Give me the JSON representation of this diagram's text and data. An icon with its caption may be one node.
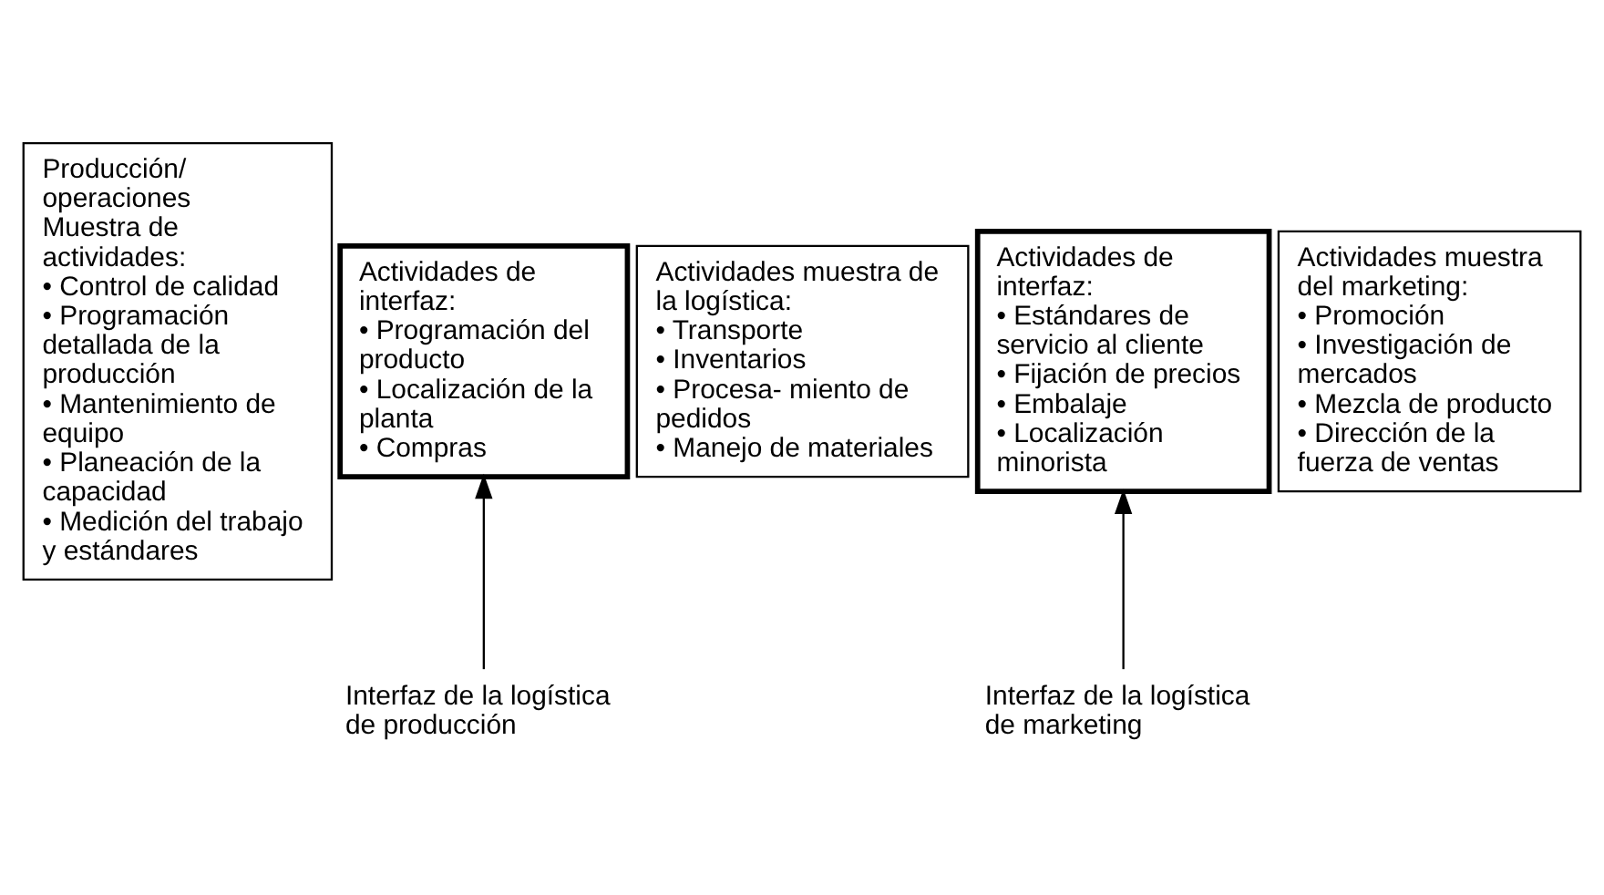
{
  "diagram": {
    "nodes": [
      {
        "text": [
          "Producción/ operaciones",
          "Muestra de actividades:",
          "• Control de calidad",
          "• Programación detallada de la producción",
          "• Mantenimiento de equipo",
          "• Planeación de la capacidad",
          "• Medición del trabajo y estándares"
        ]
      },
      {
        "text": [
          "Actividades de interfaz:",
          "• Programación del producto",
          "• Localización de la planta",
          "• Compras"
        ]
      },
      {
        "text": [
          "Actividades muestra de la logística:",
          "• Transporte",
          "• Inventarios",
          "• Procesa- miento de pedidos",
          "• Manejo de materiales"
        ]
      },
      {
        "text": [
          "Actividades de interfaz:",
          "• Estándares de servicio al cliente",
          "• Fijación de precios",
          "• Embalaje",
          "• Localización minorista"
        ]
      },
      {
        "text": [
          "Actividades muestra del marketing:",
          "• Promoción",
          "• Investigación de mercados",
          "• Mezcla de producto",
          "• Dirección de la fuerza de ventas"
        ]
      },
      {
        "text": [
          "Interfaz de la logística de producción"
        ]
      },
      {
        "text": [
          "Interfaz de la logística de marketing"
        ]
      }
    ],
    "edges": [
      {
        "from": 5,
        "to": 1,
        "arrow": "to"
      },
      {
        "from": 6,
        "to": 3,
        "arrow": "to"
      }
    ]
  }
}
